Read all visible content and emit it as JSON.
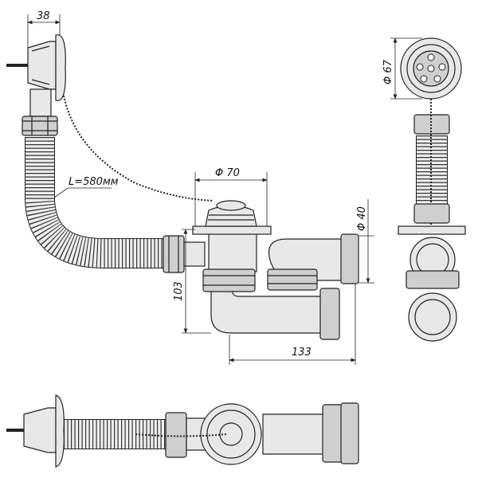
{
  "dimensions": {
    "overflow_width": "38",
    "plug_diameter": "Φ 67",
    "drain_diameter": "Φ 70",
    "hose_length": "L=580мм",
    "outlet_diameter": "Φ 40",
    "height": "103",
    "length": "133"
  }
}
